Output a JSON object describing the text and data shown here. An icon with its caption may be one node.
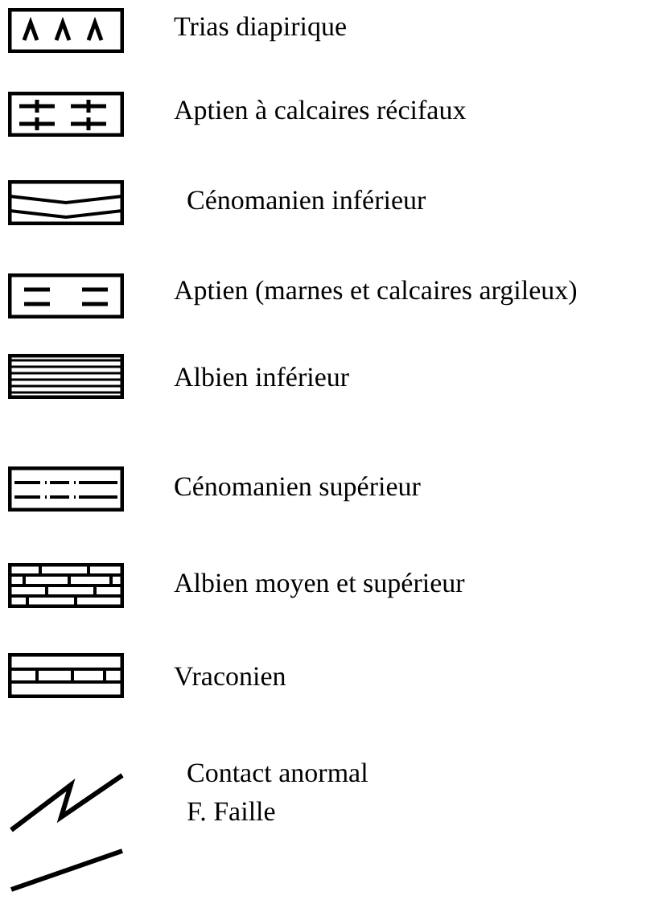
{
  "diagram": {
    "legend": [
      {
        "text": "Trias diapirique"
      },
      {
        "text": "Aptien à calcaires récifaux"
      },
      {
        "text": "Cénomanien inférieur"
      },
      {
        "text": "Aptien (marnes et calcaires argileux)"
      },
      {
        "text": "Albien inférieur"
      },
      {
        "text": "Cénomanien supérieur"
      },
      {
        "text": "Albien moyen et supérieur"
      },
      {
        "text": "Vraconien"
      },
      {
        "text": "Contact anormal"
      },
      {
        "text": "F. Faille"
      }
    ]
  }
}
